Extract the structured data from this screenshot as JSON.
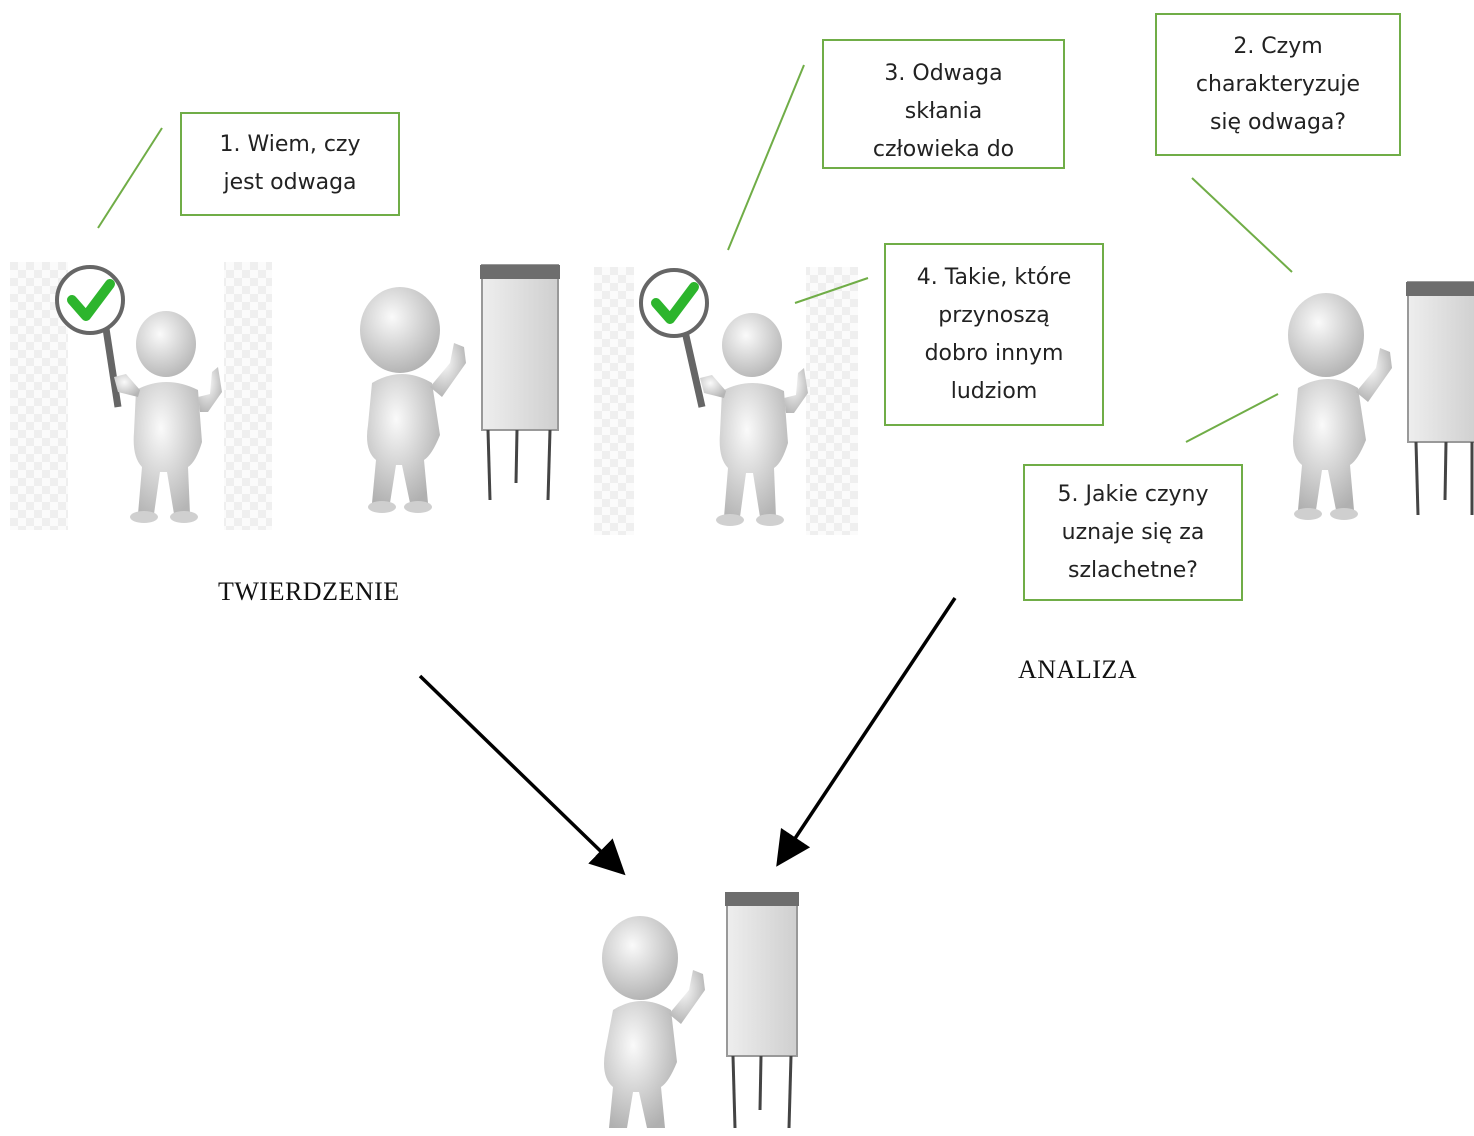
{
  "boxes": {
    "b1": [
      "1. Wiem, czy",
      "jest odwaga"
    ],
    "b2": [
      "2. Czym",
      "charakteryzuje",
      "się odwaga?"
    ],
    "b3": [
      "3. Odwaga",
      "skłania",
      "człowieka do"
    ],
    "b4": [
      "4. Takie, które",
      "przynoszą",
      "dobro innym",
      "ludziom"
    ],
    "b5": [
      "5. Jakie czyny",
      "uznaje się za",
      "szlachetne?"
    ]
  },
  "labels": {
    "twierdzenie": "TWIERDZENIE",
    "analiza": "ANALIZA"
  },
  "colors": {
    "box_border": "#70ad47",
    "connector": "#70ad47",
    "arrow": "#000000",
    "checkmark": "#2db52d"
  },
  "icons": {
    "figure_check": "person-with-checkmark-sign-icon",
    "figure_board": "person-with-flipchart-icon"
  }
}
